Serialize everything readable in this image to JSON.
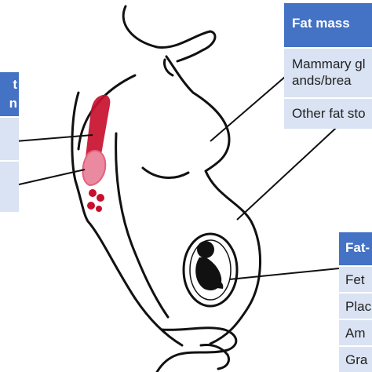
{
  "colors": {
    "header": "#4472c4",
    "row": "#dae3f3",
    "outline": "#111111",
    "muscle": "#c8102e",
    "muscle_light": "#e98aa0"
  },
  "left_panel": {
    "header_fragment_1": "t",
    "header_fragment_2": "n"
  },
  "fat_mass_panel": {
    "header": "Fat mass",
    "rows": [
      "Mammary glands/brea",
      "Other fat sto"
    ]
  },
  "bottom_panel": {
    "header": "Fat-",
    "rows": [
      "Fet",
      "Plac",
      "Am",
      "Gra"
    ]
  },
  "icons": [
    "pregnant-woman-silhouette-icon",
    "arm-muscle-icon",
    "fetus-in-uterus-icon"
  ]
}
